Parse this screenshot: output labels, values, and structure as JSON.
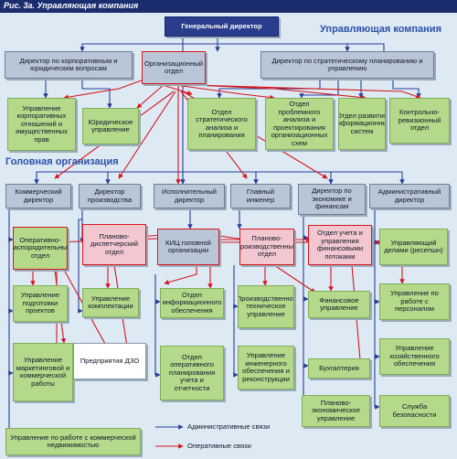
{
  "title": "Рис. 3а. Управляющая компания",
  "sections": {
    "management": "Управляющая компания",
    "head": "Головная организация"
  },
  "nodes": {
    "gen_dir": "Генеральный директор",
    "dir_corp": "Директор по корпоративным и юридическим вопросам",
    "org_dept": "Организационный отдел",
    "dir_strat": "Директор по стратегическому планированию и управлению",
    "mgmt_corp": "Управление корпоративных отношений и имущественных прав",
    "legal": "Юридическое управление",
    "strat_plan": "Отдел стратегического анализа и планирования",
    "problem": "Отдел проблемного анализа и проектирования организационных схем",
    "info_dev": "Отдел развития информационных систем",
    "audit": "Контрольно-ревизионный отдел",
    "commercial": "Коммерческий директор",
    "production": "Директор производства",
    "executive": "Исполнительный директор",
    "chief_eng": "Главный инженер",
    "econ_dir": "Директор по экономике и финансам",
    "admin_dir": "Административный директор",
    "oper_dist": "Оперативно-распорядительный отдел",
    "plan_disp": "Планово-диспетчерский отдел",
    "kits": "КИЦ головной организации",
    "plan_prod": "Планово-производственный отдел",
    "accounting": "Отдел учета и управления финансовыми потоками",
    "affairs": "Управляющий делами (ресепшн)",
    "prep_proj": "Управление подготовки проектов",
    "complect": "Управление комплектации",
    "info_support": "Отдел информационного обеспечения",
    "prod_tech": "Производственно-техническое управление",
    "finance": "Финансовое управление",
    "personnel": "Управление по работе с персоналом",
    "marketing": "Управление маркетинговой и коммерческой работы",
    "dzo": "Предприятия ДЗО",
    "oper_plan": "Отдел оперативного планирования учета и отчетности",
    "eng_support": "Управление инженерного обеспечения и реконструкции",
    "bookkeeping": "Бухгалтерия",
    "household": "Управление хозяйственного обеспечения",
    "plan_econ": "Планово-экономическое управление",
    "security": "Служба безопасности",
    "realestate": "Управление по работе с коммерческой недвижимостью"
  },
  "legend": {
    "admin": "Административные связи",
    "oper": "Оперативные связи"
  },
  "colors": {
    "admin_link": "#2a3d9a",
    "oper_link": "#d8141c",
    "director_fill": "#b9c6d8",
    "unit_fill": "#b4d98a",
    "title_bar": "#1a2d6e"
  }
}
